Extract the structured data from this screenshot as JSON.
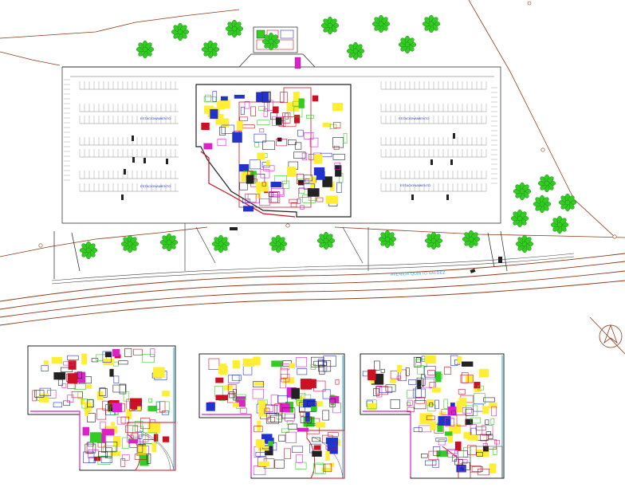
{
  "labels": {
    "parking_nw": "ESTACIONAMIENTO",
    "parking_sw": "ESTACIONAMIENTO",
    "parking_ne": "ESTACIONAMIENTO",
    "parking_se": "ESTACIONAMIENTO",
    "street": "AVENIDA QUINTO VALDEZ"
  },
  "colors": {
    "line": "#222222",
    "road": "#8b3a1a",
    "wall": "#cc1122",
    "stall": "#888888",
    "tree": "#33cc22",
    "magenta": "#dd22cc",
    "yellow": "#ffee33",
    "blue": "#2233cc",
    "cyan": "#20a8d8"
  },
  "icons": {
    "north_arrow": "north-arrow-icon"
  }
}
